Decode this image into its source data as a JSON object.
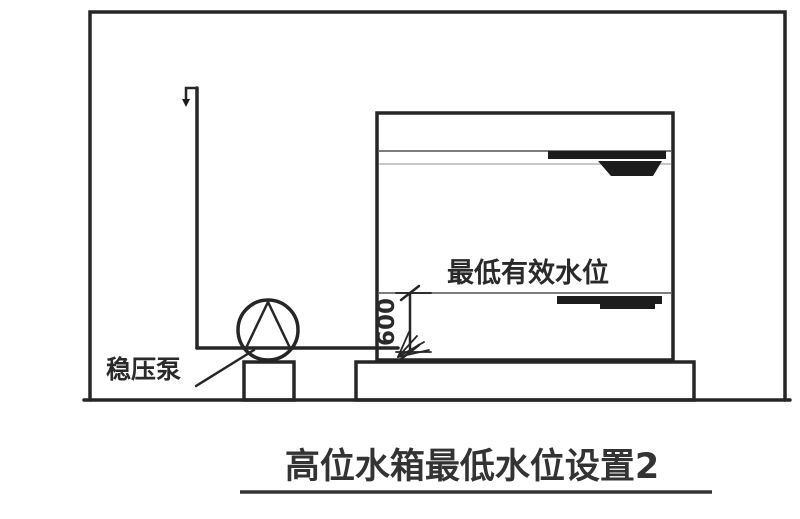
{
  "diagram": {
    "title": "高位水箱最低水位设置2",
    "pump_label": "稳压泵",
    "water_level_label": "最低有效水位",
    "dimension_label": "600",
    "colors": {
      "line": "#262626",
      "water_line": "#7d7d7d",
      "background": "#ffffff"
    }
  }
}
